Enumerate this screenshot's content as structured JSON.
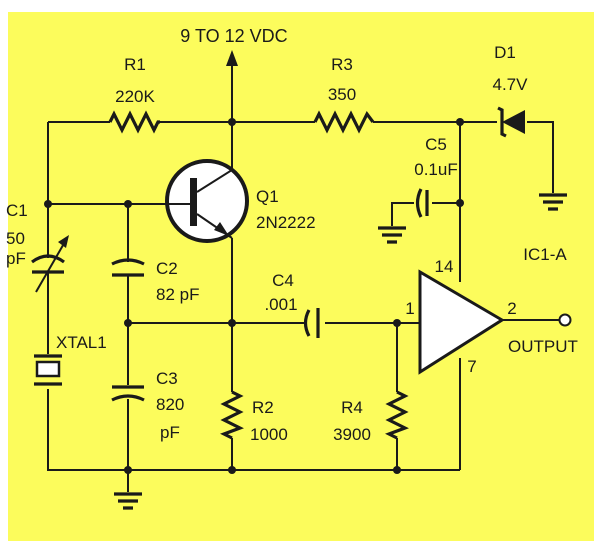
{
  "colors": {
    "background": "#fcfc5c",
    "ink": "#1a1a1a",
    "component_fill": "#ffffff"
  },
  "power": {
    "label": "9 TO 12 VDC"
  },
  "components": {
    "R1": {
      "ref": "R1",
      "value": "220K",
      "type": "resistor"
    },
    "R2": {
      "ref": "R2",
      "value": "1000",
      "type": "resistor"
    },
    "R3": {
      "ref": "R3",
      "value": "350",
      "type": "resistor"
    },
    "R4": {
      "ref": "R4",
      "value": "3900",
      "type": "resistor"
    },
    "C1": {
      "ref": "C1",
      "value_line1": "50",
      "value_line2": "pF",
      "type": "variable-capacitor"
    },
    "C2": {
      "ref": "C2",
      "value": "82 pF",
      "type": "capacitor"
    },
    "C3": {
      "ref": "C3",
      "value_line1": "820",
      "value_line2": "pF",
      "type": "capacitor"
    },
    "C4": {
      "ref": "C4",
      "value": ".001",
      "type": "capacitor"
    },
    "C5": {
      "ref": "C5",
      "value": "0.1uF",
      "type": "capacitor"
    },
    "D1": {
      "ref": "D1",
      "value": "4.7V",
      "type": "zener-diode"
    },
    "Q1": {
      "ref": "Q1",
      "value": "2N2222",
      "type": "npn-transistor"
    },
    "XTAL1": {
      "ref": "XTAL1",
      "type": "crystal"
    },
    "IC1A": {
      "ref": "IC1-A",
      "type": "buffer",
      "pins": {
        "input": "1",
        "output": "2",
        "vcc": "14",
        "gnd": "7"
      }
    }
  },
  "output": {
    "label": "OUTPUT"
  }
}
